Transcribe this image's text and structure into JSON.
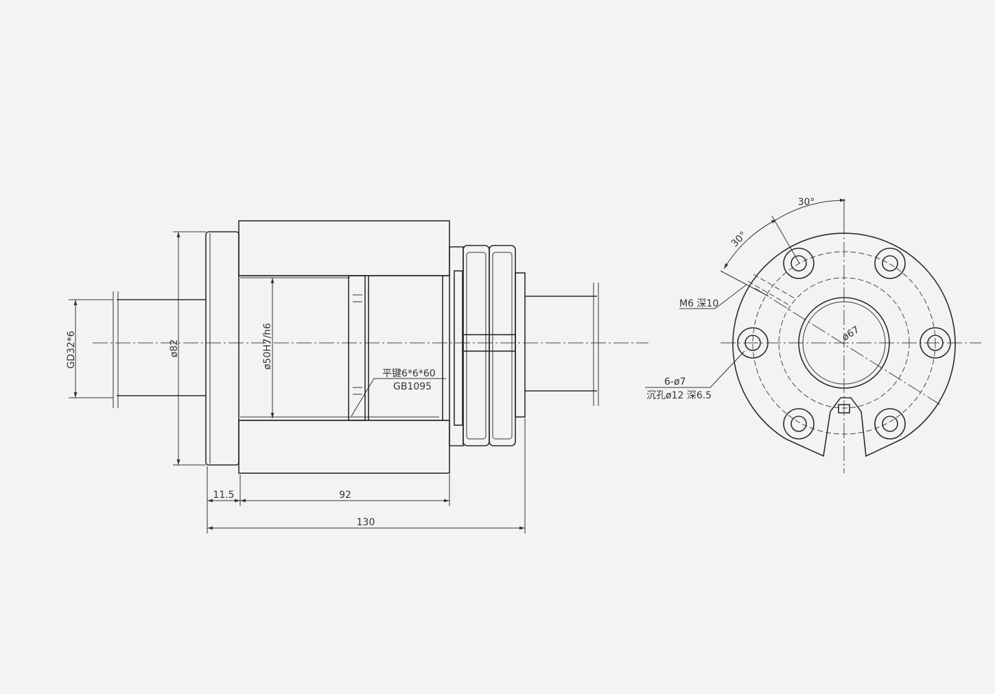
{
  "side_view": {
    "thread_dim": "GD32*6",
    "flange_dia": "ø82",
    "bore_fit": "ø50H7/h6",
    "key_spec": "平键6*6*60",
    "key_standard": "GB1095",
    "dim_flange": "11.5",
    "dim_housing": "92",
    "dim_total": "130"
  },
  "end_view": {
    "angle_1": "30°",
    "angle_2": "30°",
    "tapped_hole": "M6 深10",
    "bore_dia": "ø67",
    "holes": "6-ø7",
    "counterbore": "沉孔ø12 深6.5"
  }
}
